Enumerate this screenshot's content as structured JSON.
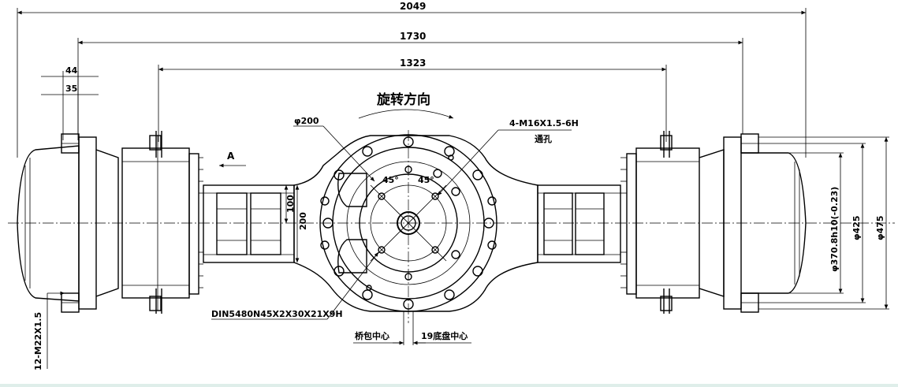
{
  "dimensions": {
    "overall_length": "2049",
    "flange_span": "1730",
    "spring_center": "1323",
    "flange_44": "44",
    "flange_35": "35",
    "square_100": "100",
    "square_200": "200"
  },
  "labels": {
    "rotation_direction": "旋转方向",
    "phi200": "φ200",
    "tapped_holes": "4-M16X1.5-6H",
    "through_hole": "通孔",
    "view_a": "A",
    "angle_left": "45°",
    "angle_right": "45°",
    "spline_spec": "DIN5480N45X2X30X21X9H",
    "bolts_spec": "12-M22X1.5",
    "axle_housing_center": "桥包中心",
    "chassis_center": "19底盘中心",
    "diameter_370": "φ370.8h10(-0.23)",
    "diameter_425": "φ425",
    "diameter_475": "φ475"
  }
}
